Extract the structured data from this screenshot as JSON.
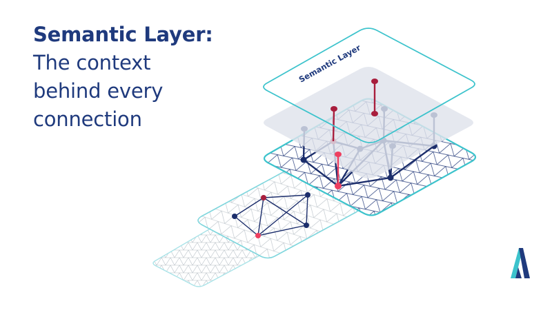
{
  "headline": {
    "line1": "Semantic Layer:",
    "line2": "The context",
    "line3": "behind every",
    "line4": "connection"
  },
  "diagram": {
    "top_plane_label": "Semantic Layer",
    "colors": {
      "title": "#1f3a7d",
      "teal": "#3cc3cc",
      "light_teal": "#a9e3e8",
      "navy": "#1b2d6b",
      "crimson": "#a81e3d",
      "pink": "#ee3f5f",
      "shadow": "#dfe3ec",
      "mesh_dark": "#233a7a",
      "mesh_light": "#b7bfc6"
    }
  },
  "brand": {
    "logo_icon": "stylized-a-logo-icon",
    "colors": [
      "#1f3a7d",
      "#3cc3cc"
    ]
  }
}
